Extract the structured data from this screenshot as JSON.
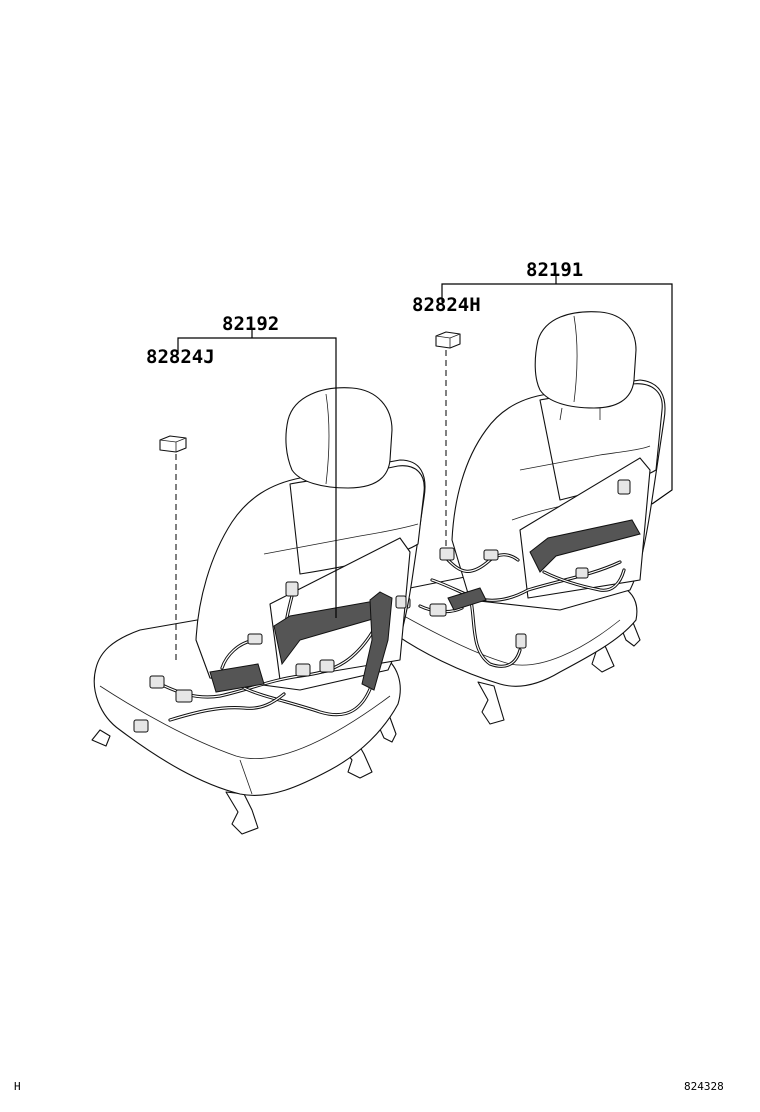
{
  "labels": {
    "main_right": "82191",
    "sub_right": "82824H",
    "main_left": "82192",
    "sub_left": "82824J"
  },
  "footer": {
    "left_code": "H",
    "right_code": "824328"
  }
}
